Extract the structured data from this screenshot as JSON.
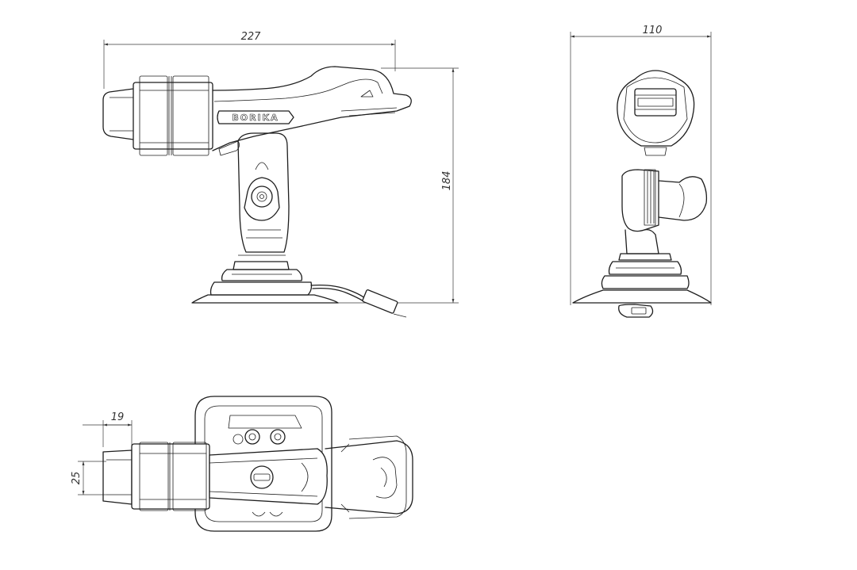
{
  "brand": "BORIKA",
  "dimensions": {
    "side_width": "227",
    "side_height": "184",
    "front_width": "110",
    "top_offset": "19",
    "top_width": "25"
  }
}
